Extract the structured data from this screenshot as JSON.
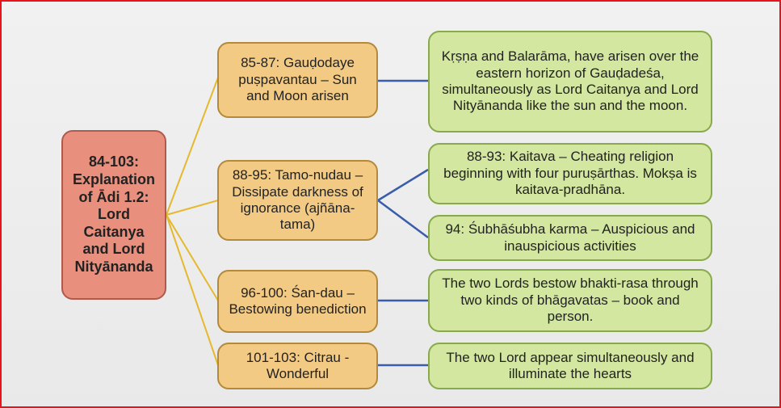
{
  "colors": {
    "frame_border": "#e8141a",
    "root_fill": "#e8907d",
    "mid_fill": "#f2ca84",
    "leaf_fill": "#d3e7a0",
    "root_connector": "#e5b92e",
    "leaf_connector": "#3a5dab"
  },
  "root": {
    "label": "84-103: Explanation of Ādi 1.2: Lord Caitanya and Lord Nityānanda"
  },
  "branches": [
    {
      "label": "85-87: Gauḍodaye puṣpavantau – Sun and Moon arisen",
      "children": [
        "Kṛṣṇa and Balarāma, have arisen over the eastern horizon of Gauḍadeśa, simultaneously as Lord Caitanya and Lord Nityānanda like the sun and the moon."
      ]
    },
    {
      "label": "88-95: Tamo-nudau – Dissipate darkness of ignorance (ajñāna-tama)",
      "children": [
        "88-93: Kaitava – Cheating religion beginning with four puruṣārthas. Mokṣa is kaitava-pradhāna.",
        "94: Śubhāśubha karma – Auspicious and inauspicious activities"
      ]
    },
    {
      "label": "96-100: Śan-dau – Bestowing benediction",
      "children": [
        "The two Lords bestow bhakti-rasa through two kinds of bhāgavatas – book and person."
      ]
    },
    {
      "label": "101-103: Citrau - Wonderful",
      "children": [
        "The two Lord appear simultaneously and illuminate the hearts"
      ]
    }
  ]
}
